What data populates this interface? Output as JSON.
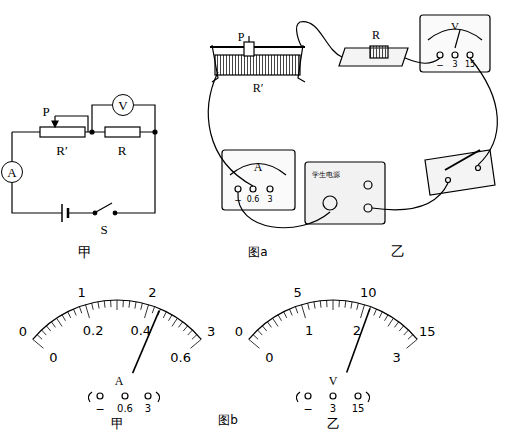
{
  "diagram": {
    "nodes": [
      {
        "text": [
          "A"
        ]
      },
      {
        "text": [
          "V"
        ]
      }
    ],
    "labels": [
      "P",
      "R′",
      "R",
      "S",
      "甲",
      "P",
      "R′",
      "R",
      "学生电源",
      "A",
      "−",
      "0.6",
      "3",
      "V",
      "−",
      "3",
      "15",
      "乙",
      "图a",
      "0",
      "1",
      "2",
      "3",
      "0",
      "0.2",
      "0.4",
      "0.6",
      "A",
      "−",
      "0.6",
      "3",
      "甲",
      "0",
      "5",
      "10",
      "15",
      "0",
      "1",
      "2",
      "3",
      "V",
      "−",
      "3",
      "15",
      "乙",
      "图b"
    ]
  }
}
